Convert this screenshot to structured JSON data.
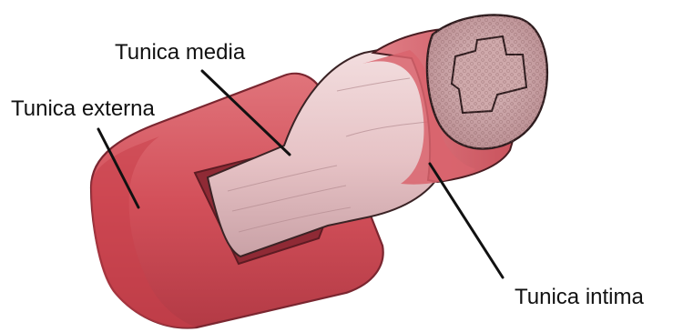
{
  "labels": {
    "tunica_media": "Tunica media",
    "tunica_externa": "Tunica externa",
    "tunica_intima": "Tunica intima"
  },
  "colors": {
    "externa": "#d3505a",
    "externa_dark": "#a8313d",
    "media": "#e9c6c8",
    "media_shade": "#c89ea3",
    "intima": "#d86a73",
    "lumen": "#c9a0a2",
    "leader": "#111111"
  }
}
